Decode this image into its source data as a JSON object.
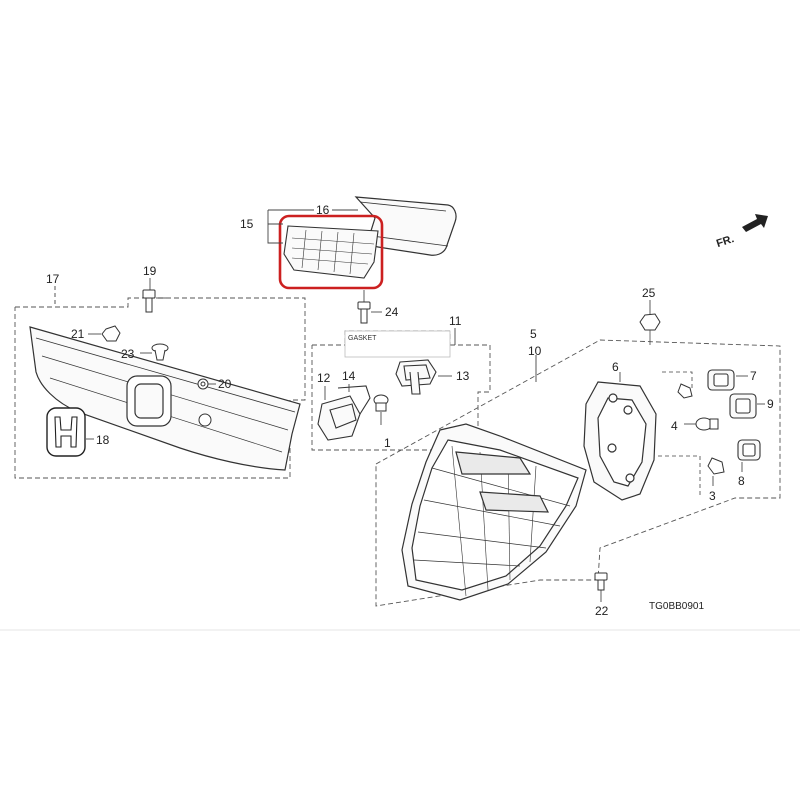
{
  "diagram": {
    "part_numbers": [
      "1",
      "3",
      "4",
      "5",
      "6",
      "7",
      "8",
      "9",
      "10",
      "11",
      "12",
      "13",
      "14",
      "15",
      "16",
      "17",
      "18",
      "19",
      "20",
      "21",
      "22",
      "23",
      "24",
      "25"
    ],
    "gasket_label": "GASKET",
    "front_indicator": "FR.",
    "diagram_code": "TG0BB0901"
  },
  "colors": {
    "line": "#333333",
    "highlight": "#cc2020",
    "background": "#ffffff"
  },
  "icons": [
    "front-arrow-icon",
    "honda-h-logo-icon"
  ]
}
